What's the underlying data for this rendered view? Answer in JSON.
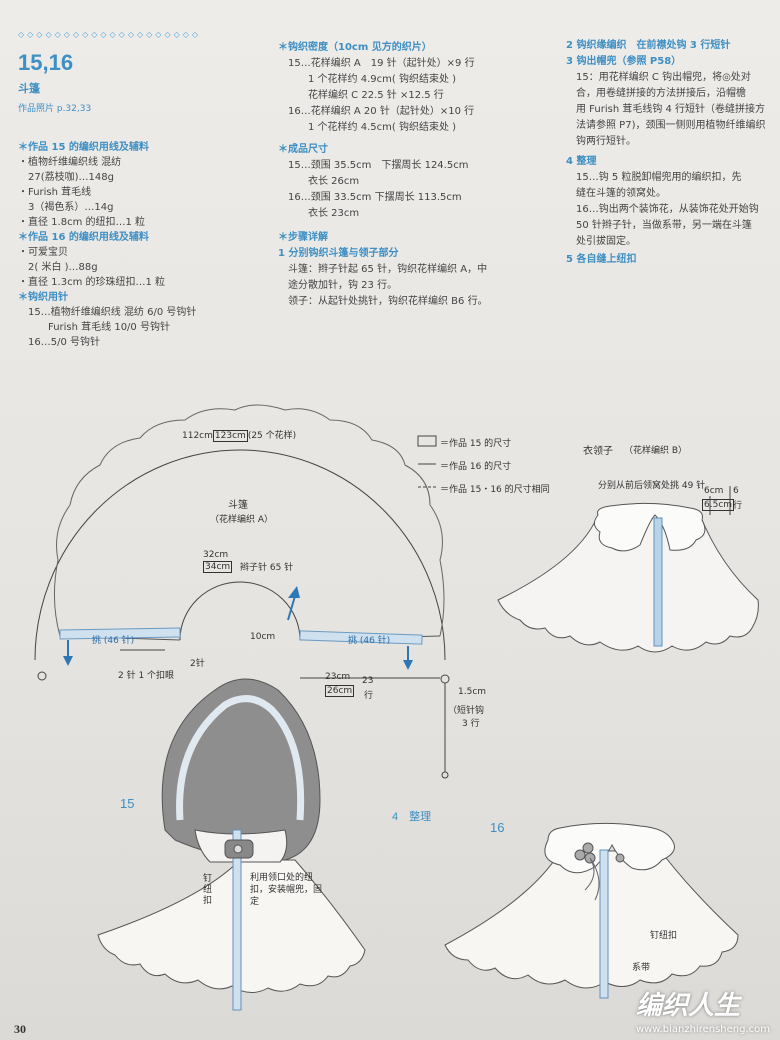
{
  "page_number": "30",
  "header": {
    "dots": "◇◇◇◇◇◇◇◇◇◇◇◇◇◇◇◇◇◇◇◇",
    "title": "15,16",
    "subtitle": "斗篷",
    "photo_ref": "作品照片 p.32,33"
  },
  "left_column": {
    "materials15_heading": "＊作品 15 的编织用线及辅料",
    "materials15": [
      "・植物纤维编织线 混纺",
      "27(荔枝咖)…148g",
      "・Furish 茸毛线",
      "3（褐色系）…14g",
      "・直径 1.8cm 的纽扣…1 粒"
    ],
    "materials16_heading": "＊作品 16 的编织用线及辅料",
    "materials16": [
      "・可爱宝贝",
      "2( 米白 )…88g",
      "・直径 1.3cm 的珍珠纽扣…1 粒"
    ],
    "hooks_heading": "＊钩织用针",
    "hooks": [
      "15…植物纤维编织线 混纺 6/0 号钩针",
      "Furish 茸毛线 10/0 号钩针",
      "16…5/0 号钩针"
    ]
  },
  "middle_column": {
    "gauge_heading": "＊钩织密度（10cm 见方的织片）",
    "gauge": [
      "15…花样编织 A　19 针（起针处）×9 行",
      "1 个花样约 4.9cm( 钩织结束处 )",
      "花样编织 C 22.5 针 ×12.5 行",
      "16…花样编织 A 20 针（起针处）×10 行",
      "1 个花样约 4.5cm( 钩织结束处 )"
    ],
    "size_heading": "＊成品尺寸",
    "size": [
      "15…颈围 35.5cm　下摆周长 124.5cm",
      "衣长 26cm",
      "16…颈围 33.5cm 下摆周长 113.5cm",
      "衣长 23cm"
    ],
    "steps_heading": "＊步骤详解",
    "step1_heading": "1 分别钩织斗篷与领子部分",
    "step1": [
      "斗篷：辫子针起 65 针，钩织花样编织 A，中",
      "途分散加针，钩 23 行。",
      "领子：从起针处挑针，钩织花样编织 B6 行。"
    ]
  },
  "right_column": {
    "step2_heading": "2 钩织缘编织　在前襟处钩 3 行短针",
    "step3_heading": "3 钩出帽兜（参照 P58）",
    "step3": [
      "15：用花样编织 C 钩出帽兜，将◎处对",
      "合，用卷缝拼接的方法拼接后，沿帽檐",
      "用 Furish 茸毛线钩 4 行短针（卷缝拼接方",
      "法请参照 P7)，颈围一侧则用植物纤维编织线",
      "钩两行短针。"
    ],
    "step4_heading": "4 整理",
    "step4": [
      "15…钩 5 粒脱卸帽兜用的编织扣，先",
      "缝在斗篷的领窝处。",
      "16…钩出两个装饰花，从装饰花处开始钩",
      "50 针辫子针，当做系带，另一端在斗篷",
      "处引拔固定。"
    ],
    "step5_heading": "5 各自缝上纽扣"
  },
  "diagram": {
    "outer_arc": "112cm",
    "outer_arc_boxed": "123cm",
    "outer_arc_note": "(25 个花样)",
    "cape_label": "斗篷",
    "cape_pattern": "（花样编织 A）",
    "neck_top": "32cm",
    "neck_boxed": "34cm",
    "chain_note": "辫子针 65 针",
    "pick_left": "挑 (46 针)",
    "pick_right": "挑 (46 针)",
    "ten_cm": "10cm",
    "two_st": "2针",
    "buttonhole": "2 针 1 个扣眼",
    "len_top": "23cm",
    "len_boxed": "26cm",
    "rows_top": "23",
    "rows_bottom": "行",
    "edge_cm": "1.5cm",
    "edge_note": "（短针钩",
    "edge_note2": "3 行",
    "legend_box": "＝作品 15 的尺寸",
    "legend_line16": "＝作品 16 的尺寸",
    "legend_both": "＝作品 15・16 的尺寸相同",
    "collar_title": "衣领子",
    "collar_pattern": "（花样编织 B）",
    "collar_note": "分别从前后领窝处挑 49 针",
    "collar_6cm": "6cm",
    "collar_65cm": "6.5cm",
    "collar_rows": "6",
    "collar_rows2": "行"
  },
  "finishing": {
    "label15": "15",
    "step4": "4　整理",
    "label16": "16",
    "button15": "钉纽扣",
    "hood_note": "利用领口处的纽扣，安装帽兜，固定",
    "button16": "钉纽扣",
    "tie16": "系带"
  },
  "watermark": {
    "title": "编织人生",
    "url": "www.bianzhirensheng.com"
  },
  "colors": {
    "accent": "#3d8fc4",
    "cord": "#9fc4e0",
    "hood": "#8a8a8a"
  }
}
